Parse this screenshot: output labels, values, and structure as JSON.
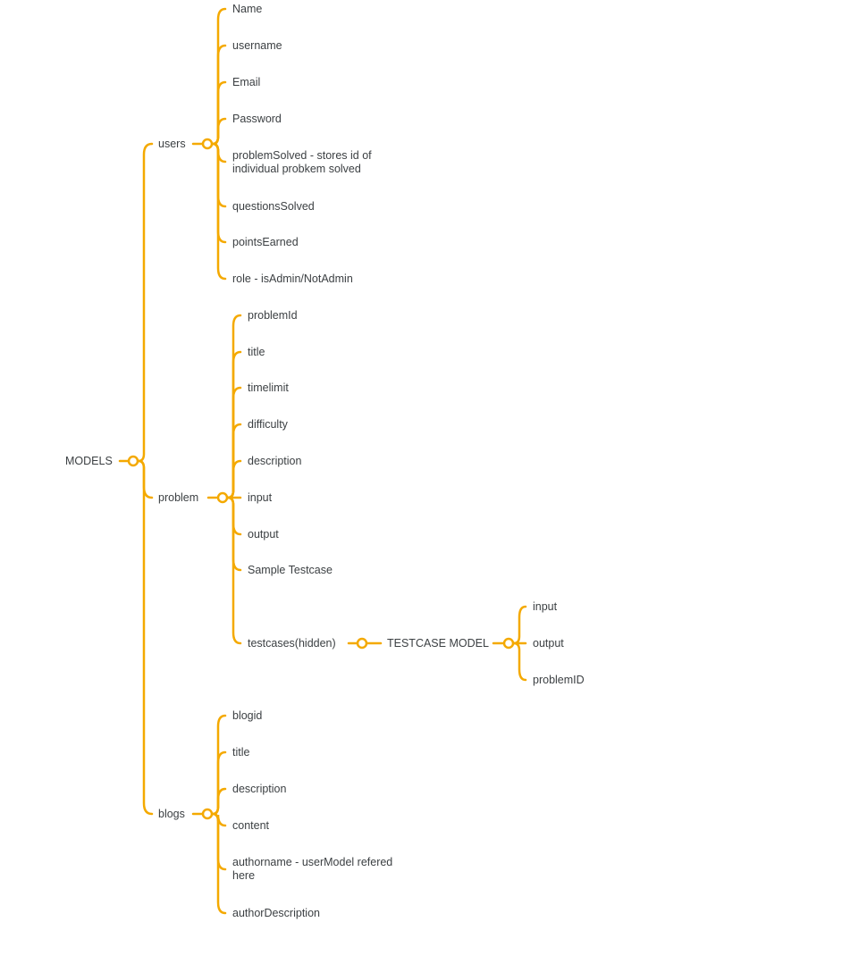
{
  "colors": {
    "line": "#f4a900",
    "text": "#3c4043",
    "background": "#ffffff"
  },
  "root": {
    "label": "MODELS"
  },
  "branches": {
    "users": {
      "label": "users",
      "children": [
        "Name",
        "username",
        "Email",
        "Password",
        "problemSolved - stores id of individual probkem solved",
        "questionsSolved",
        "pointsEarned",
        "role - isAdmin/NotAdmin"
      ]
    },
    "problem": {
      "label": "problem",
      "children": [
        "problemId",
        "title",
        "timelimit",
        "difficulty",
        "description",
        "input",
        "output",
        "Sample Testcase",
        "testcases(hidden)"
      ],
      "testcase_model": {
        "label": "TESTCASE MODEL",
        "children": [
          "input",
          "output",
          "problemID"
        ]
      }
    },
    "blogs": {
      "label": "blogs",
      "children": [
        "blogid",
        "title",
        "description",
        "content",
        "authorname - userModel refered here",
        "authorDescription"
      ]
    }
  }
}
